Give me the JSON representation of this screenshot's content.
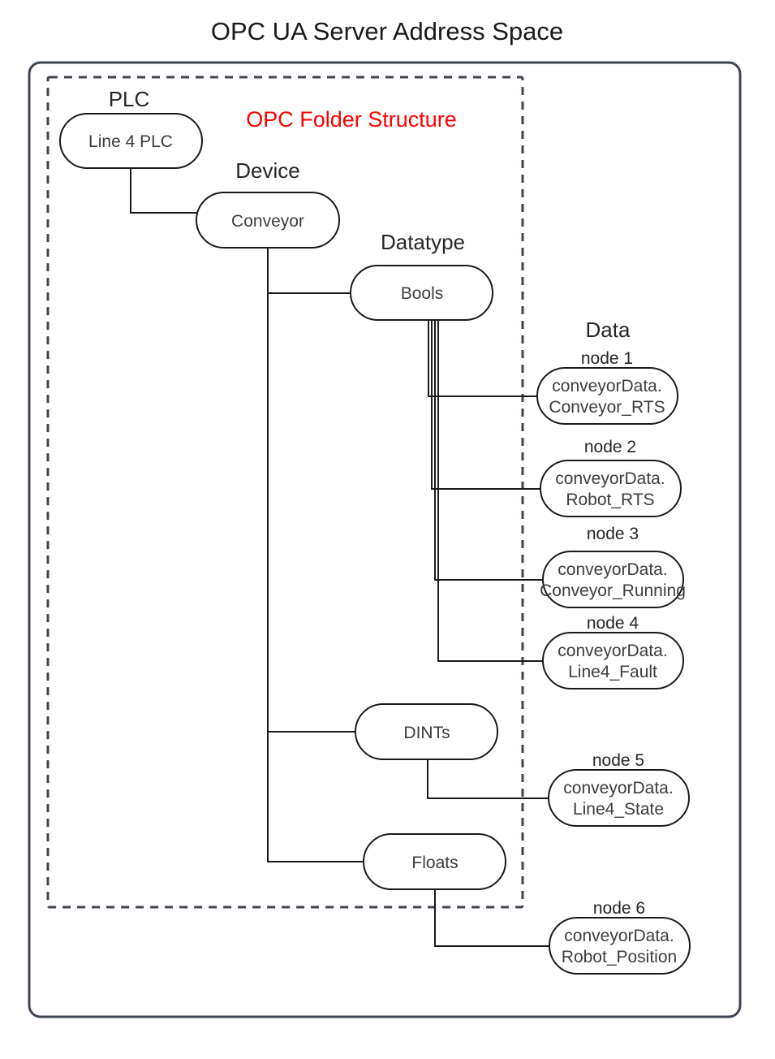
{
  "diagram": {
    "title": "OPC UA Server Address Space",
    "folder_structure_label": "OPC Folder Structure",
    "accent_color": "#ff0000",
    "line_color": "#1a1a1a",
    "frame_color": "#3f4551"
  },
  "groups": {
    "plc": "PLC",
    "device": "Device",
    "datatype": "Datatype",
    "data": "Data"
  },
  "nodes": {
    "plc_box": "Line 4 PLC",
    "device_box": "Conveyor",
    "bools_box": "Bools",
    "dints_box": "DINTs",
    "floats_box": "Floats"
  },
  "data_nodes": [
    {
      "caption": "node 1",
      "line1": "conveyorData.",
      "line2": "Conveyor_RTS"
    },
    {
      "caption": "node 2",
      "line1": "conveyorData.",
      "line2": "Robot_RTS"
    },
    {
      "caption": "node 3",
      "line1": "conveyorData.",
      "line2": "Conveyor_Running"
    },
    {
      "caption": "node 4",
      "line1": "conveyorData.",
      "line2": "Line4_Fault"
    },
    {
      "caption": "node 5",
      "line1": "conveyorData.",
      "line2": "Line4_State"
    },
    {
      "caption": "node 6",
      "line1": "conveyorData.",
      "line2": "Robot_Position"
    }
  ]
}
